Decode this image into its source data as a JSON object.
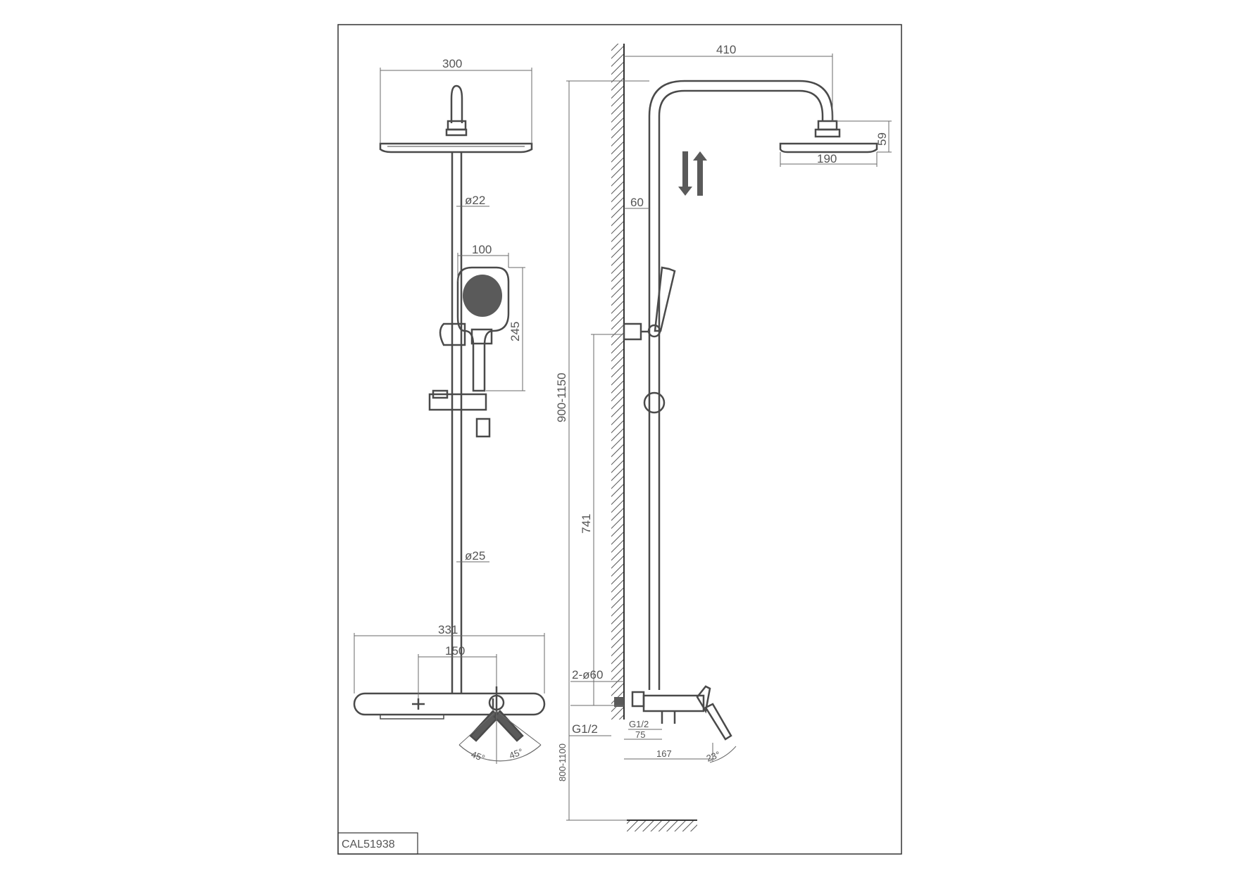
{
  "drawing": {
    "model_code": "CAL51938",
    "front_view": {
      "head_width": "300",
      "upper_pipe_diameter": "ø22",
      "hand_shower_width": "100",
      "hand_shower_length": "245",
      "lower_pipe_diameter": "ø25",
      "mixer_width": "331",
      "inlet_spacing": "150",
      "handle_angle_left": "45°",
      "handle_angle_right": "45°"
    },
    "side_view": {
      "arm_reach": "410",
      "head_diameter": "190",
      "head_height": "59",
      "wall_offset": "60",
      "total_height": "900-1150",
      "bracket_height": "741",
      "inlet_spec": "2-ø60",
      "thread_outer": "G1/2",
      "thread_inner": "G1/2",
      "eccentric_length": "75",
      "mixer_depth": "167",
      "handle_angle": "23°",
      "floor_height": "800-1100"
    }
  },
  "colors": {
    "line": "#4a4a4a",
    "dim_line": "#6a6a6a",
    "fill": "#5a5a5a",
    "text": "#555555"
  }
}
